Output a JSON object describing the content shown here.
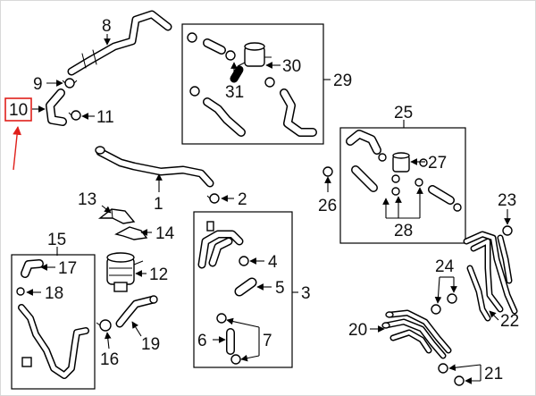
{
  "callouts": {
    "c1": "1",
    "c2": "2",
    "c3": "3",
    "c4": "4",
    "c5": "5",
    "c6": "6",
    "c7": "7",
    "c8": "8",
    "c9": "9",
    "c10": "10",
    "c11": "11",
    "c12": "12",
    "c13": "13",
    "c14": "14",
    "c15": "15",
    "c16": "16",
    "c17": "17",
    "c18": "18",
    "c19": "19",
    "c20": "20",
    "c21": "21",
    "c22": "22",
    "c23": "23",
    "c24": "24",
    "c25": "25",
    "c26": "26",
    "c27": "27",
    "c28": "28",
    "c29": "29",
    "c30": "30",
    "c31": "31"
  },
  "highlight": {
    "label": "10",
    "box_color": "#e0201b",
    "arrow_color": "#e0201b"
  }
}
